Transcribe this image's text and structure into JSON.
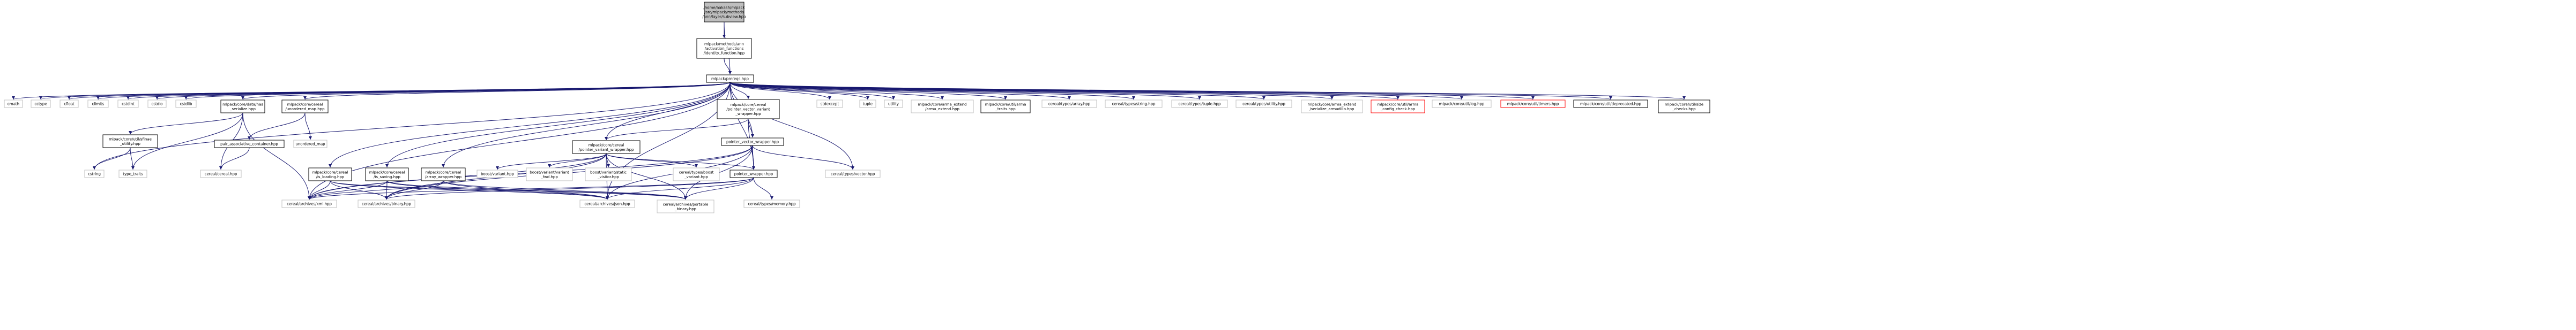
{
  "graph": {
    "title": "",
    "colors": {
      "edge": "#191970",
      "node_border": "#000000",
      "missing_border": "#ff0000",
      "root_fill": "#bfbfbf",
      "node_fill": "#ffffff"
    },
    "nodes": [
      {
        "id": "root",
        "label": "/home/aakash/mlpack\n/src/mlpack/methods\n/ann/layer/subview.hpp",
        "kind": "root"
      },
      {
        "id": "identity",
        "label": "mlpack/methods/ann\n/activation_functions\n/identity_function.hpp",
        "kind": "doc"
      },
      {
        "id": "prereqs",
        "label": "mlpack/prereqs.hpp",
        "kind": "doc"
      },
      {
        "id": "cmath",
        "label": "cmath",
        "kind": "plain"
      },
      {
        "id": "cctype",
        "label": "cctype",
        "kind": "plain"
      },
      {
        "id": "cfloat",
        "label": "cfloat",
        "kind": "plain"
      },
      {
        "id": "climits",
        "label": "climits",
        "kind": "plain"
      },
      {
        "id": "cstdint",
        "label": "cstdint",
        "kind": "plain"
      },
      {
        "id": "cstdio",
        "label": "cstdio",
        "kind": "plain"
      },
      {
        "id": "cstdlib",
        "label": "cstdlib",
        "kind": "plain"
      },
      {
        "id": "has_serialize",
        "label": "mlpack/core/data/has\n_serialize.hpp",
        "kind": "doc"
      },
      {
        "id": "unordered_map_hpp",
        "label": "mlpack/core/cereal\n/unordered_map.hpp",
        "kind": "doc"
      },
      {
        "id": "ptr_variant_wrapper",
        "label": "mlpack/core/cereal\n/pointer_vector_variant\n_wrapper.hpp",
        "kind": "doc"
      },
      {
        "id": "stdexcept",
        "label": "stdexcept",
        "kind": "plain"
      },
      {
        "id": "tuple",
        "label": "tuple",
        "kind": "plain"
      },
      {
        "id": "utility",
        "label": "utility",
        "kind": "plain"
      },
      {
        "id": "arma_extend",
        "label": "mlpack/core/arma_extend\n/arma_extend.hpp",
        "kind": "plain"
      },
      {
        "id": "arma_traits",
        "label": "mlpack/core/util/arma\n_traits.hpp",
        "kind": "doc"
      },
      {
        "id": "cereal_array",
        "label": "cereal/types/array.hpp",
        "kind": "plain"
      },
      {
        "id": "cereal_string",
        "label": "cereal/types/string.hpp",
        "kind": "plain"
      },
      {
        "id": "cereal_tuple",
        "label": "cereal/types/tuple.hpp",
        "kind": "plain"
      },
      {
        "id": "cereal_utility",
        "label": "cereal/types/utility.hpp",
        "kind": "plain"
      },
      {
        "id": "serialize_armadillo",
        "label": "mlpack/core/arma_extend\n/serialize_armadillo.hpp",
        "kind": "plain"
      },
      {
        "id": "arma_config_check",
        "label": "mlpack/core/util/arma\n_config_check.hpp",
        "kind": "missing"
      },
      {
        "id": "log",
        "label": "mlpack/core/util/log.hpp",
        "kind": "plain"
      },
      {
        "id": "timers",
        "label": "mlpack/core/util/timers.hpp",
        "kind": "missing"
      },
      {
        "id": "deprecated",
        "label": "mlpack/core/util/deprecated.hpp",
        "kind": "doc"
      },
      {
        "id": "size_checks",
        "label": "mlpack/core/util/size\n_checks.hpp",
        "kind": "doc"
      },
      {
        "id": "sfinae",
        "label": "mlpack/core/util/sfinae\n_utility.hpp",
        "kind": "doc"
      },
      {
        "id": "pair_assoc",
        "label": "pair_associative_container.hpp",
        "kind": "doc"
      },
      {
        "id": "unordered_map",
        "label": "unordered_map",
        "kind": "plain"
      },
      {
        "id": "ptr_variant_wrapper2",
        "label": "mlpack/core/cereal\n/pointer_variant_wrapper.hpp",
        "kind": "doc"
      },
      {
        "id": "ptr_vector_wrapper",
        "label": "pointer_vector_wrapper.hpp",
        "kind": "doc"
      },
      {
        "id": "cstring",
        "label": "cstring",
        "kind": "plain"
      },
      {
        "id": "type_traits",
        "label": "type_traits",
        "kind": "plain"
      },
      {
        "id": "cereal_cereal",
        "label": "cereal/cereal.hpp",
        "kind": "plain"
      },
      {
        "id": "is_loading",
        "label": "mlpack/core/cereal\n/is_loading.hpp",
        "kind": "doc"
      },
      {
        "id": "is_saving",
        "label": "mlpack/core/cereal\n/is_saving.hpp",
        "kind": "doc"
      },
      {
        "id": "array_wrapper",
        "label": "mlpack/core/cereal\n/array_wrapper.hpp",
        "kind": "doc"
      },
      {
        "id": "boost_variant",
        "label": "boost/variant.hpp",
        "kind": "plain"
      },
      {
        "id": "boost_variant_fwd",
        "label": "boost/variant/variant\n_fwd.hpp",
        "kind": "plain"
      },
      {
        "id": "boost_static_visitor",
        "label": "boost/variant/static\n_visitor.hpp",
        "kind": "plain"
      },
      {
        "id": "cereal_boost_variant",
        "label": "cereal/types/boost\n_variant.hpp",
        "kind": "plain"
      },
      {
        "id": "pointer_wrapper",
        "label": "pointer_wrapper.hpp",
        "kind": "doc"
      },
      {
        "id": "cereal_vector",
        "label": "cereal/types/vector.hpp",
        "kind": "plain"
      },
      {
        "id": "archives_xml",
        "label": "cereal/archives/xml.hpp",
        "kind": "plain"
      },
      {
        "id": "archives_binary",
        "label": "cereal/archives/binary.hpp",
        "kind": "plain"
      },
      {
        "id": "archives_json",
        "label": "cereal/archives/json.hpp",
        "kind": "plain"
      },
      {
        "id": "archives_portable",
        "label": "cereal/archives/portable\n_binary.hpp",
        "kind": "plain"
      },
      {
        "id": "cereal_memory",
        "label": "cereal/types/memory.hpp",
        "kind": "plain"
      }
    ],
    "edges": [
      [
        "root",
        "identity"
      ],
      [
        "root",
        "prereqs"
      ],
      [
        "identity",
        "prereqs"
      ],
      [
        "prereqs",
        "cmath"
      ],
      [
        "prereqs",
        "cctype"
      ],
      [
        "prereqs",
        "cfloat"
      ],
      [
        "prereqs",
        "climits"
      ],
      [
        "prereqs",
        "cstdint"
      ],
      [
        "prereqs",
        "cstdio"
      ],
      [
        "prereqs",
        "cstdlib"
      ],
      [
        "prereqs",
        "has_serialize"
      ],
      [
        "prereqs",
        "unordered_map_hpp"
      ],
      [
        "prereqs",
        "ptr_variant_wrapper"
      ],
      [
        "prereqs",
        "stdexcept"
      ],
      [
        "prereqs",
        "tuple"
      ],
      [
        "prereqs",
        "utility"
      ],
      [
        "prereqs",
        "arma_extend"
      ],
      [
        "prereqs",
        "arma_traits"
      ],
      [
        "prereqs",
        "cereal_array"
      ],
      [
        "prereqs",
        "cereal_string"
      ],
      [
        "prereqs",
        "cereal_tuple"
      ],
      [
        "prereqs",
        "cereal_utility"
      ],
      [
        "prereqs",
        "serialize_armadillo"
      ],
      [
        "prereqs",
        "arma_config_check"
      ],
      [
        "prereqs",
        "log"
      ],
      [
        "prereqs",
        "timers"
      ],
      [
        "prereqs",
        "deprecated"
      ],
      [
        "prereqs",
        "size_checks"
      ],
      [
        "prereqs",
        "cstring"
      ],
      [
        "prereqs",
        "is_loading"
      ],
      [
        "prereqs",
        "is_saving"
      ],
      [
        "prereqs",
        "array_wrapper"
      ],
      [
        "prereqs",
        "ptr_variant_wrapper2"
      ],
      [
        "prereqs",
        "ptr_vector_wrapper"
      ],
      [
        "prereqs",
        "pointer_wrapper"
      ],
      [
        "prereqs",
        "archives_xml"
      ],
      [
        "prereqs",
        "archives_json"
      ],
      [
        "prereqs",
        "cereal_vector"
      ],
      [
        "has_serialize",
        "sfinae"
      ],
      [
        "has_serialize",
        "type_traits"
      ],
      [
        "has_serialize",
        "cereal_cereal"
      ],
      [
        "has_serialize",
        "archives_xml"
      ],
      [
        "sfinae",
        "cstring"
      ],
      [
        "sfinae",
        "type_traits"
      ],
      [
        "unordered_map_hpp",
        "pair_assoc"
      ],
      [
        "unordered_map_hpp",
        "unordered_map"
      ],
      [
        "pair_assoc",
        "cereal_cereal"
      ],
      [
        "ptr_variant_wrapper",
        "ptr_vector_wrapper"
      ],
      [
        "ptr_variant_wrapper",
        "ptr_variant_wrapper2"
      ],
      [
        "ptr_variant_wrapper",
        "pointer_wrapper"
      ],
      [
        "ptr_variant_wrapper2",
        "boost_variant"
      ],
      [
        "ptr_variant_wrapper2",
        "boost_variant_fwd"
      ],
      [
        "ptr_variant_wrapper2",
        "boost_static_visitor"
      ],
      [
        "ptr_variant_wrapper2",
        "cereal_boost_variant"
      ],
      [
        "ptr_variant_wrapper2",
        "pointer_wrapper"
      ],
      [
        "ptr_variant_wrapper2",
        "archives_xml"
      ],
      [
        "ptr_variant_wrapper2",
        "archives_binary"
      ],
      [
        "ptr_variant_wrapper2",
        "archives_json"
      ],
      [
        "ptr_variant_wrapper2",
        "archives_portable"
      ],
      [
        "ptr_vector_wrapper",
        "pointer_wrapper"
      ],
      [
        "ptr_vector_wrapper",
        "cereal_vector"
      ],
      [
        "ptr_vector_wrapper",
        "archives_xml"
      ],
      [
        "ptr_vector_wrapper",
        "archives_binary"
      ],
      [
        "ptr_vector_wrapper",
        "archives_json"
      ],
      [
        "ptr_vector_wrapper",
        "archives_portable"
      ],
      [
        "pointer_wrapper",
        "archives_xml"
      ],
      [
        "pointer_wrapper",
        "archives_binary"
      ],
      [
        "pointer_wrapper",
        "archives_json"
      ],
      [
        "pointer_wrapper",
        "archives_portable"
      ],
      [
        "pointer_wrapper",
        "cereal_memory"
      ],
      [
        "is_loading",
        "archives_xml"
      ],
      [
        "is_loading",
        "archives_binary"
      ],
      [
        "is_loading",
        "archives_json"
      ],
      [
        "is_loading",
        "archives_portable"
      ],
      [
        "is_saving",
        "archives_xml"
      ],
      [
        "is_saving",
        "archives_binary"
      ],
      [
        "is_saving",
        "archives_json"
      ],
      [
        "is_saving",
        "archives_portable"
      ],
      [
        "array_wrapper",
        "archives_xml"
      ],
      [
        "array_wrapper",
        "archives_binary"
      ],
      [
        "array_wrapper",
        "archives_json"
      ],
      [
        "array_wrapper",
        "archives_portable"
      ]
    ]
  }
}
